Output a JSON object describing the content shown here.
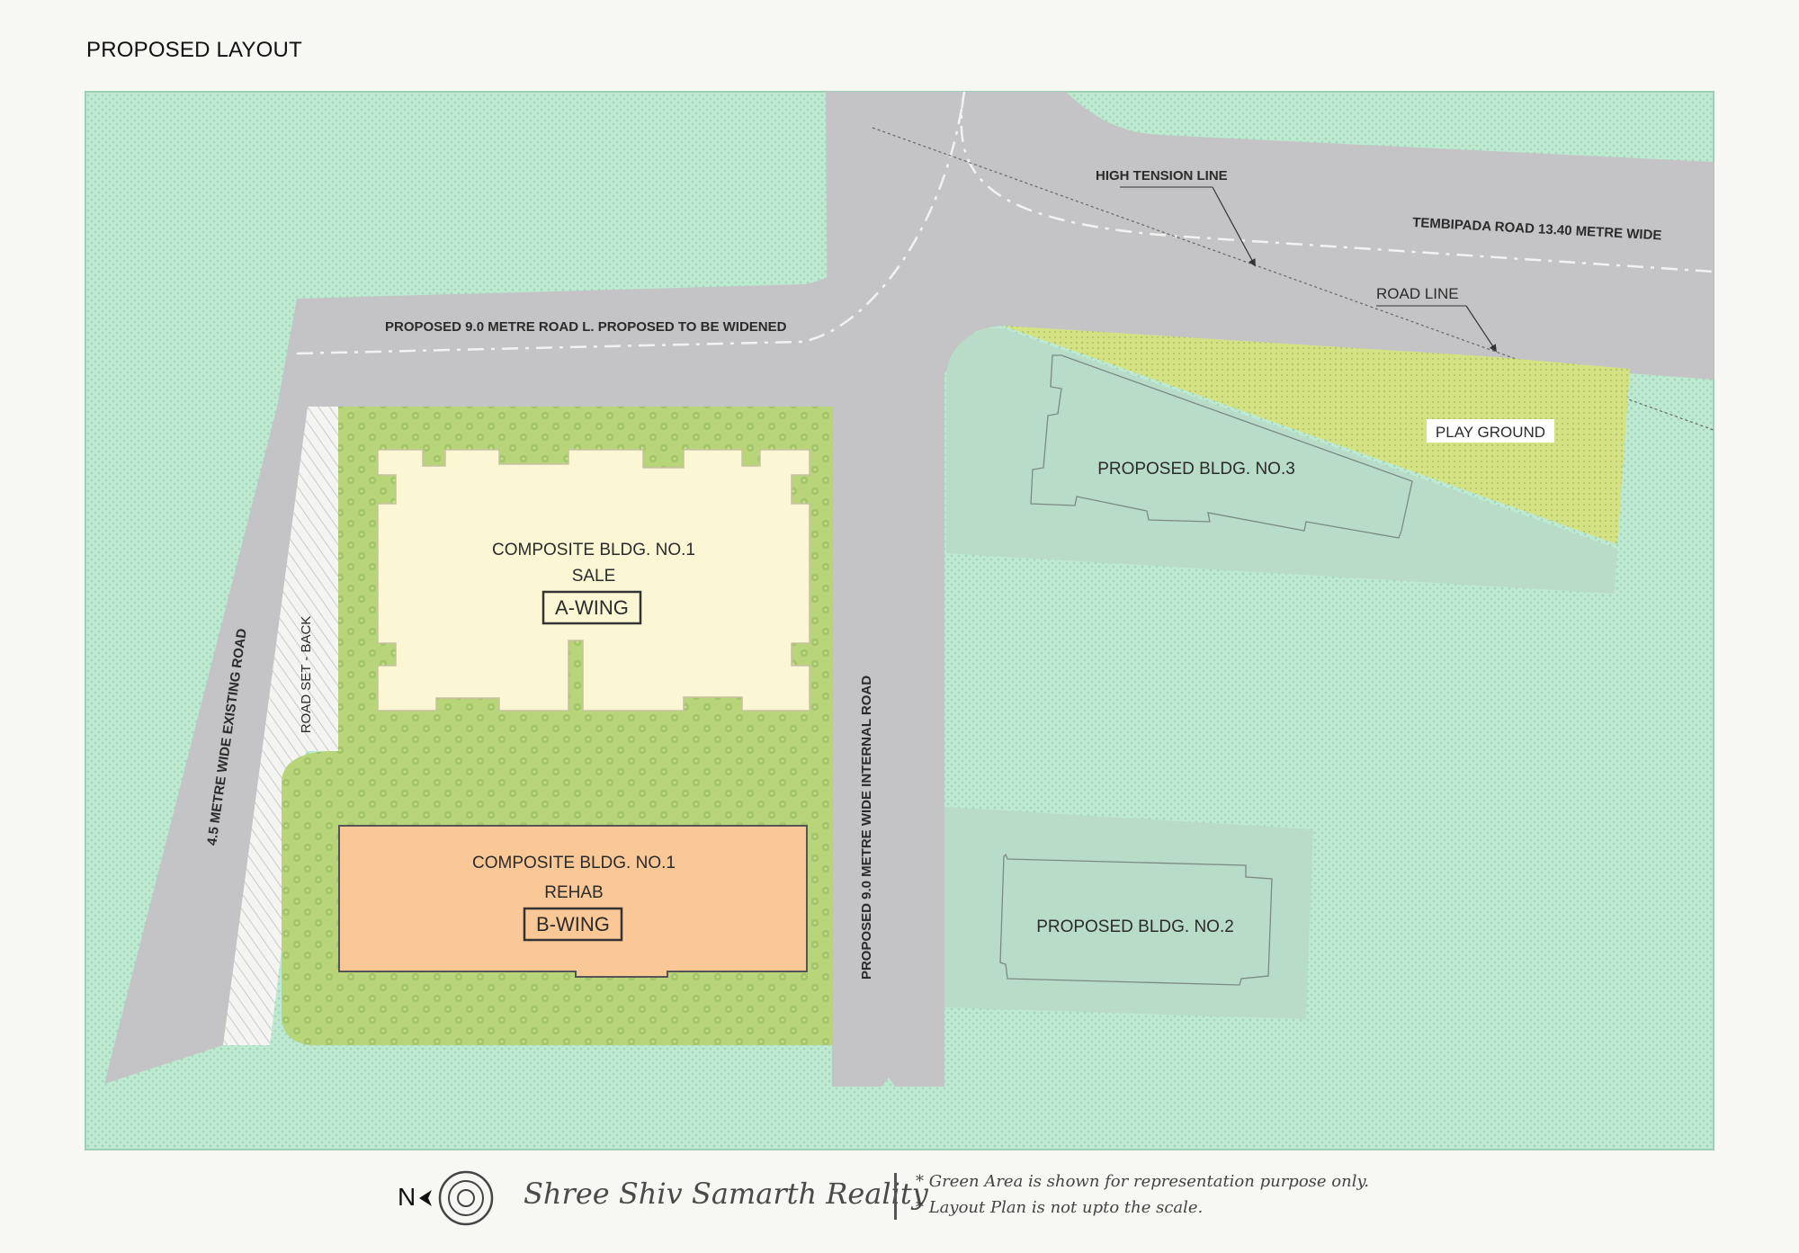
{
  "title": "PROPOSED LAYOUT",
  "colors": {
    "site_green": "#bfe9d2",
    "garden_green": "#b8d57a",
    "road_grey": "#c4c4c6",
    "sale_wing": "#fbf7d4",
    "rehab_wing": "#f9c896",
    "plot_green": "#b9dcc9",
    "play_ground": "#d4e284"
  },
  "roads": {
    "tembipada": "TEMBIPADA ROAD 13.40 METRE WIDE",
    "proposed_9m": "PROPOSED 9.0 METRE ROAD L. PROPOSED TO BE WIDENED",
    "internal": "PROPOSED 9.0 METRE WIDE INTERNAL ROAD",
    "existing": "4.5 METRE WIDE EXISTING ROAD",
    "setback": "ROAD SET - BACK"
  },
  "lines": {
    "high_tension": "HIGH TENSION LINE",
    "road_line": "ROAD LINE"
  },
  "buildings": {
    "a_wing": {
      "line1": "COMPOSITE BLDG. NO.1",
      "line2": "SALE",
      "tag": "A-WING"
    },
    "b_wing": {
      "line1": "COMPOSITE BLDG. NO.1",
      "line2": "REHAB",
      "tag": "B-WING"
    },
    "bldg3": "PROPOSED BLDG. NO.3",
    "bldg2": "PROPOSED BLDG. NO.2",
    "play_ground": "PLAY GROUND"
  },
  "footer": {
    "north": "N",
    "compass_icon": "north-arrow-icon",
    "brand": "Shree Shiv Samarth Reality",
    "notes": [
      "* Green Area is shown for representation purpose only.",
      "* Layout Plan is not upto the scale."
    ]
  }
}
